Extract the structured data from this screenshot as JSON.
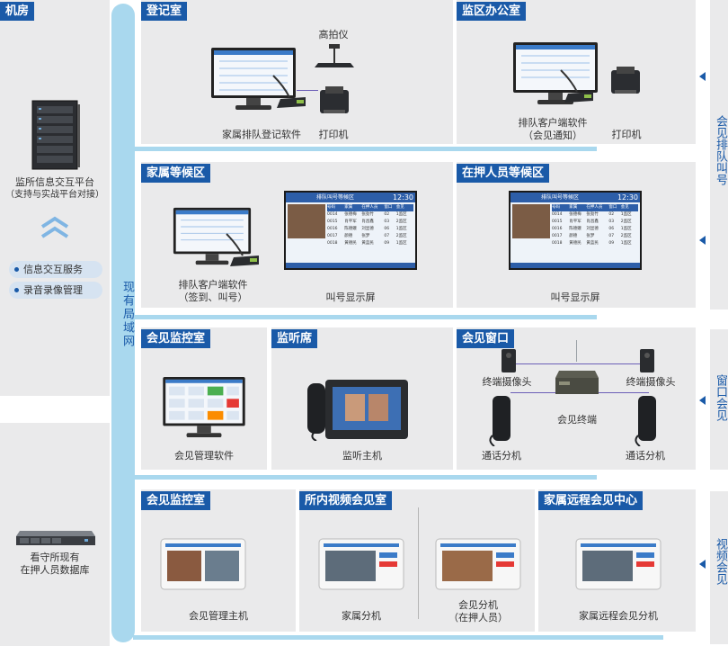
{
  "left": {
    "room_title": "机房",
    "platform_title": "监所信息交互平台",
    "platform_sub": "（支持与实战平台对接）",
    "services": [
      "信息交互服务",
      "录音录像管理"
    ],
    "database_line1": "看守所现有",
    "database_line2": "在押人员数据库"
  },
  "lan_label": "现有局域网",
  "side_labels": {
    "queue": "会见排队叫号",
    "window": "窗口会见",
    "video": "视频会见"
  },
  "sections": {
    "register_room": {
      "title": "登记室",
      "scanner": "高拍仪",
      "software": "家属排队登记软件",
      "printer": "打印机"
    },
    "prison_office": {
      "title": "监区办公室",
      "software_line1": "排队客户端软件",
      "software_line2": "（会见通知）",
      "printer": "打印机"
    },
    "family_waiting": {
      "title": "家属等候区",
      "software_line1": "排队客户端软件",
      "software_line2": "（签到、叫号）",
      "screen": "叫号显示屏"
    },
    "inmate_waiting": {
      "title": "在押人员等候区",
      "screen": "叫号显示屏"
    },
    "meet_monitor": {
      "title": "会见监控室",
      "software": "会见管理软件"
    },
    "listen_seat": {
      "title": "监听席",
      "host": "监听主机"
    },
    "meet_window": {
      "title": "会见窗口",
      "camera_left": "终端摄像头",
      "camera_right": "终端摄像头",
      "terminal": "会见终端",
      "phone_left": "通话分机",
      "phone_right": "通话分机"
    },
    "video_monitor": {
      "title": "会见监控室",
      "host": "会见管理主机"
    },
    "inner_video": {
      "title": "所内视频会见室",
      "family_ext": "家属分机",
      "inmate_ext_line1": "会见分机",
      "inmate_ext_line2": "（在押人员）"
    },
    "remote_center": {
      "title": "家属远程会见中心",
      "remote_ext": "家属远程会见分机"
    }
  },
  "screen_content": {
    "header": "排队叫号等候区",
    "time": "12:30",
    "columns": [
      "号码",
      "家属",
      "在押人员",
      "窗口",
      "会见"
    ],
    "rows": [
      [
        "0014",
        "张德梅",
        "张劲竹",
        "02",
        "1监区"
      ],
      [
        "0015",
        "肖平军",
        "肖昌鑫",
        "03",
        "2监区"
      ],
      [
        "0016",
        "陈德娥",
        "刘显德",
        "06",
        "1监区"
      ],
      [
        "0017",
        "颜德",
        "张梦",
        "07",
        "2监区"
      ],
      [
        "0018",
        "黄德民",
        "黄蓝民",
        "09",
        "1监区"
      ]
    ]
  }
}
